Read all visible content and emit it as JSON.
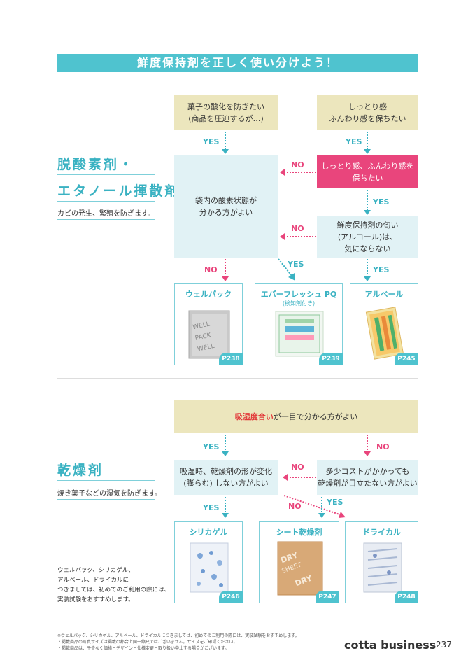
{
  "banner": "鮮度保持剤を正しく使い分けよう！",
  "section1": {
    "title_line1": "脱酸素剤・",
    "title_line2": "エタノール揮散剤",
    "desc": "カビの発生、繁殖を防ぎます。",
    "box_oxidation": "菓子の酸化を防ぎたい\n(商品を圧迫するが…)",
    "box_moist": "しっとり感\nふんわり感を保ちたい",
    "box_moist_pink": "しっとり感、ふんわり感を\n保ちたい",
    "box_oxygen_state": "袋内の酸素状態が\n分かる方がよい",
    "box_alcohol": "鮮度保持剤の匂い\n(アルコール)は、\n気にならない",
    "yes": "YES",
    "no": "NO",
    "products": [
      {
        "name": "ウェルパック",
        "sub": "",
        "page": "P238"
      },
      {
        "name": "エバーフレッシュ PQ",
        "sub": "(検知剤付き)",
        "page": "P239"
      },
      {
        "name": "アルベール",
        "sub": "",
        "page": "P245"
      }
    ]
  },
  "section2": {
    "title": "乾燥剤",
    "desc": "焼き菓子などの湿気を防ぎます。",
    "box_top_emph": "吸湿度合い",
    "box_top_rest": "が一目で分かる方がよい",
    "box_shape": "吸湿時、乾燥剤の形が変化\n(膨らむ) しない方がよい",
    "box_cost": "多少コストがかかっても\n乾燥剤が目立たない方がよい",
    "yes": "YES",
    "no": "NO",
    "products": [
      {
        "name": "シリカゲル",
        "page": "P246"
      },
      {
        "name": "シート乾燥剤",
        "page": "P247"
      },
      {
        "name": "ドライカル",
        "page": "P248"
      }
    ],
    "note": "ウェルパック、シリカゲル、\nアルベール、ドライカルに\nつきましては、初めてのご利用の際には、\n実装試験をおすすめします。"
  },
  "footer": {
    "line1": "※ウェルパック、シリカゲル、アルベール、ドライカルにつきましては、初めてのご利用の際には、実装試験をおすすめします。",
    "line2": "・掲載商品の写真サイズは掲載の都合上同一縮尺ではございません。サイズをご確認ください。",
    "line3": "・掲載商品は、予告なく価格・デザイン・仕様変更・取り扱い中止する場合がございます。",
    "brand": "cotta business",
    "page": "237"
  },
  "colors": {
    "teal": "#4fc3cf",
    "pink": "#e9457c",
    "beige": "#ece6bd",
    "lightblue": "#e1f2f5"
  }
}
